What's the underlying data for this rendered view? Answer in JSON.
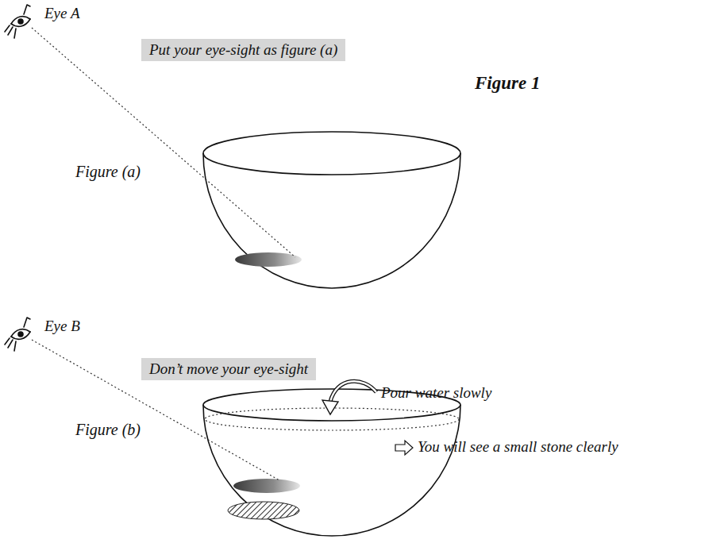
{
  "diagram": {
    "nodes": [
      {
        "text": [
          "Put your eye-sight as figure (a)"
        ]
      },
      {
        "text": [
          "Don’t move your eye-sight"
        ]
      }
    ],
    "labels": [
      "Eye A",
      "Figure 1",
      "Figure (a)",
      "Eye B",
      "Pour water slowly",
      "Figure (b)",
      "You will see a small stone clearly"
    ]
  }
}
